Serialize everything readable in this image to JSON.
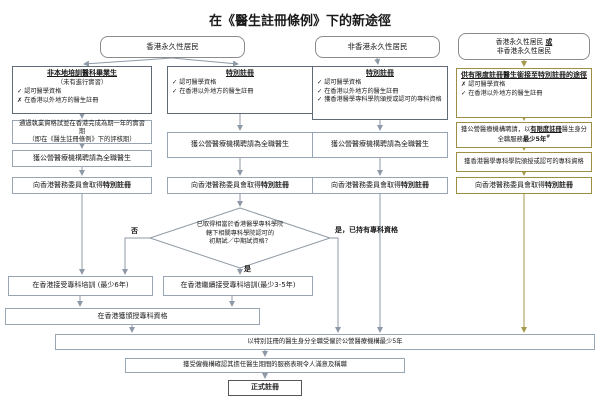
{
  "title": "在《醫生註冊條例》下的新途徑",
  "colors": {
    "box_border": "#98a6b4",
    "header_border": "#5f6b76",
    "olive_accent": "#9d9044",
    "line": "#8d99a6"
  },
  "top": {
    "hk_resident": "香港永久性居民",
    "non_hk_resident": "非香港永久性居民",
    "either_line1a": "香港永久性居民 ",
    "either_or": "或",
    "either_line2": "非香港永久性居民"
  },
  "col1": {
    "header": {
      "title": "非本地培訓醫科畢業生",
      "subtitle": "（未有進行實習）",
      "items": [
        {
          "mark": "✓",
          "text": "認可醫學資格"
        },
        {
          "mark": "✗",
          "text": "在香港以外地方的醫生註冊"
        }
      ]
    },
    "exam_line1": "通過執業資格試並在香港完成為期一年的實習期",
    "exam_line2": "（即在《醫生註冊條例》下的評核期）",
    "hired": "獲公營醫療機構聘請為全職醫生",
    "reg_pre": "向香港醫務委員會取得",
    "reg_bold": "特別註冊"
  },
  "col2": {
    "header": {
      "title": "特別註冊",
      "items": [
        {
          "mark": "✓",
          "text": "認可醫學資格"
        },
        {
          "mark": "✓",
          "text": "在香港以外地方的醫生註冊"
        }
      ]
    },
    "hired": "獲公營醫療機構聘請為全職醫生",
    "reg_pre": "向香港醫務委員會取得",
    "reg_bold": "特別註冊"
  },
  "col3": {
    "header": {
      "title": "特別註冊",
      "items": [
        {
          "mark": "✓",
          "text": "認可醫學資格"
        },
        {
          "mark": "✓",
          "text": "在香港以外地方的醫生註冊"
        },
        {
          "mark": "✓",
          "text": "獲香港醫學專科學院頒授或認可的專科資格"
        }
      ]
    },
    "hired": "獲公營醫療機構聘請為全職醫生",
    "reg_pre": "向香港醫務委員會取得",
    "reg_bold": "特別註冊"
  },
  "col4": {
    "header": {
      "title": "供有限度註冊醫生銜接至特別註冊的途徑",
      "items": [
        {
          "mark": "✗",
          "text": "認可醫學資格"
        },
        {
          "mark": "✓",
          "text": "在香港以外地方的醫生註冊"
        }
      ]
    },
    "hire_s1": "獲公營醫療機構聘請，以",
    "hire_s2": "有限度註冊",
    "hire_s3": "醫生身分",
    "hire_s4": "全職服務",
    "hire_s5": "最少5年",
    "hire_sup": "#",
    "fellow": "獲香港醫學專科學院頒授或認可的專科資格",
    "reg_pre": "向香港醫務委員會取得",
    "reg_bold": "特別註冊"
  },
  "decision": {
    "line1": "已取得相當於香港醫學專科學院",
    "line2": "轄下相關專科學院認可的",
    "line3": "初期試／中期試資格？",
    "no": "否",
    "yes": "是",
    "yes_specialist": "是，已持有專科資格"
  },
  "bottom": {
    "training6": "在香港接受專科培訓 (最少6年)",
    "training35": "在香港繼續接受專科培訓(最少3-5年)",
    "specialist_qualification": "在香港獲頒授專科資格",
    "serve5": "以特別註冊的醫生身分全職受僱於公營醫療機構最少5年",
    "confirm": "獲受僱機構確認其擔任醫生期間的服務表現令人滿意及稱職",
    "full_reg": "正式註冊"
  }
}
